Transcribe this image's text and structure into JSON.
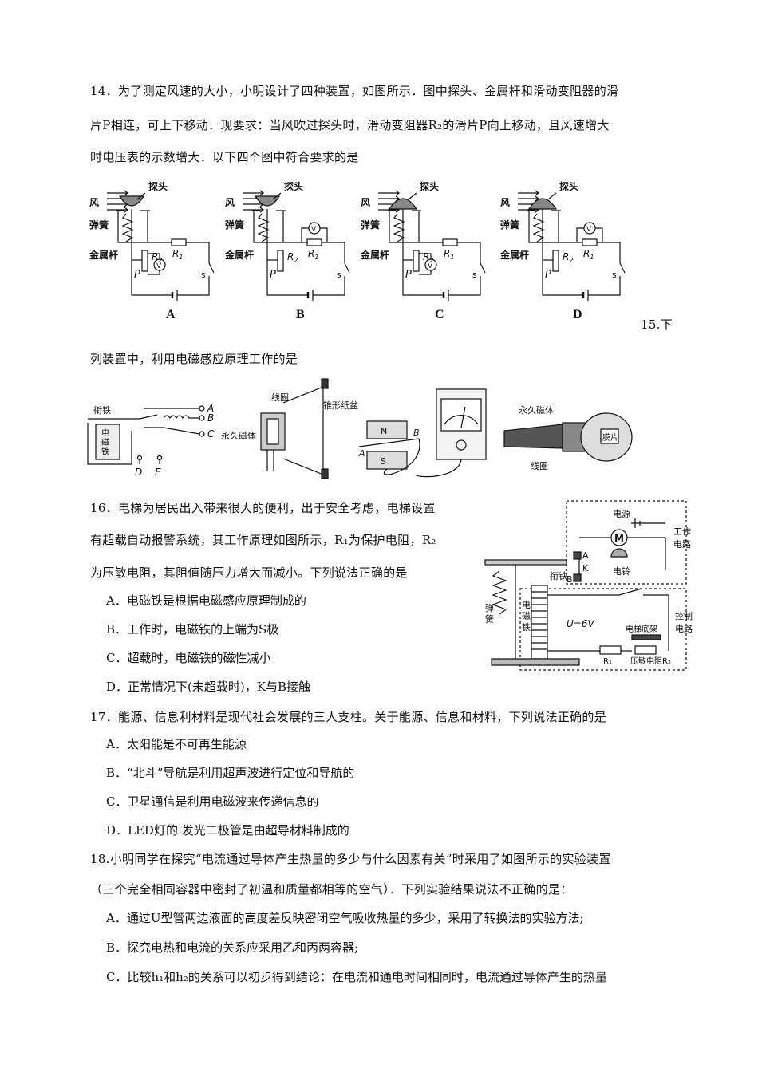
{
  "q14": {
    "lines": [
      "14．为了测定风速的大小，小明设计了四种装置，如图所示．图中探头、金属杆和滑动变阻器的滑",
      "片P相连，可上下移动．现要求：当风吹过探头时，滑动变阻器R₂的滑片P向上移动，且风速增大",
      "时电压表的示数增大．以下四个图中符合要求的是"
    ],
    "figure_labels": {
      "wind": "风",
      "probe": "探头",
      "spring": "弹簧",
      "rod": "金属杆",
      "p": "P",
      "r1": "R",
      "r1_sub": "1",
      "r2": "R",
      "r2_sub": "2",
      "v": "V",
      "s": "s"
    },
    "options": [
      "A",
      "B",
      "C",
      "D"
    ]
  },
  "q15": {
    "start": "15.下",
    "line": "列装置中，利用电磁感应原理工作的是",
    "labels": {
      "armature": "衔铁",
      "electromagnet": "电磁铁",
      "a": "A",
      "b": "B",
      "c": "C",
      "d": "D",
      "e": "E",
      "coil": "线圈",
      "cone": "锥形纸盆",
      "magnet": "永久磁体",
      "n": "N",
      "s": "S",
      "diaphragm": "膜片"
    }
  },
  "q16": {
    "lines": [
      "16．电梯为居民出入带来很大的便利，出于安全考虑，电梯设置",
      "有超载自动报警系统，其工作原理如图所示，R₁为保护电阻，R₂",
      "为压敏电阻，其阻值随压力增大而减小。下列说法正确的是"
    ],
    "options": [
      "A．电磁铁是根据电磁感应原理制成的",
      "B．工作时，电磁铁的上端为S极",
      "C．超载时，电磁铁的磁性减小",
      "D．正常情况下(未超载时)，K与B接触"
    ],
    "figure_labels": {
      "power": "电源",
      "motor": "M",
      "work_circuit": "工作电路",
      "armature": "衔铁",
      "a": "A",
      "k": "K",
      "b": "B",
      "bell": "电铃",
      "spring": "弹簧",
      "electromagnet": "电磁铁",
      "voltage": "U=6V",
      "base": "电梯底架",
      "r1": "R₁",
      "r2": "压敏电阻R₂",
      "control_circuit": "控制电路"
    }
  },
  "q17": {
    "line": "17．能源、信息利材料是现代社会发展的三人支柱。关于能源、信息和材料，下列说法正确的是",
    "options": [
      "A．太阳能是不可再生能源",
      "B．“北斗”导航是利用超声波进行定位和导航的",
      "C．卫星通信是利用电磁波来传递信息的",
      "D．LED灯的 发光二极管是由超导材料制成的"
    ]
  },
  "q18": {
    "lines": [
      "18.小明同学在探究“电流通过导体产生热量的多少与什么因素有关”时采用了如图所示的实验装置",
      "（三个完全相同容器中密封了初温和质量都相等的空气）．下列实验结果说法不正确的是：",
      "A．通过U型管两边液面的高度差反映密闭空气吸收热量的多少，采用了转换法的实验方法;",
      "B．探究电热和电流的关系应采用乙和丙两容器;",
      "C．比较h₁和h₂的关系可以初步得到结论：在电流和通电时间相同时，电流通过导体产生的热量"
    ]
  }
}
